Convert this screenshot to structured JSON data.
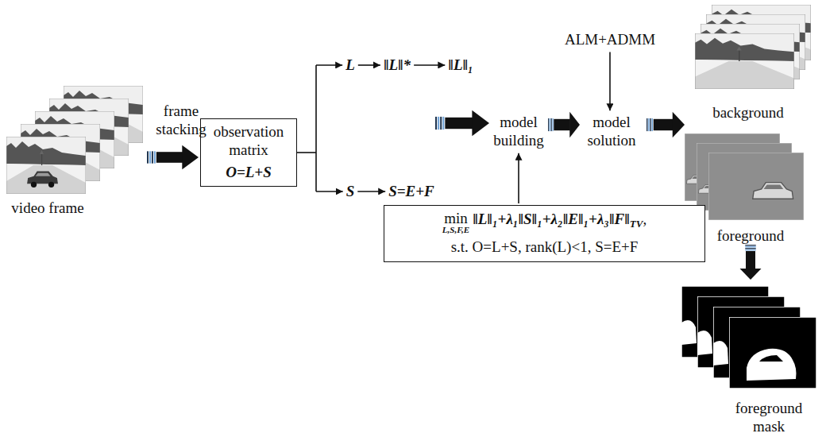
{
  "diagram": {
    "nodes": [
      {
        "text": [
          "observation matrix",
          "O=L+S"
        ]
      },
      {
        "text": [
          "min",
          "L,S,F,E",
          "‖L‖₁+λ₁‖S‖₁+λ₂‖E‖₁+λ₃‖F‖",
          "TV",
          ",",
          "s.t. O=L+S, rank(L)<1, S=E+F"
        ]
      }
    ],
    "labels": [
      "video frame",
      "frame stacking",
      "L",
      "‖L‖*",
      "‖L‖₁",
      "S",
      "S=E+F",
      "model building",
      "ALM+ADMM",
      "model solution",
      "background",
      "foreground",
      "foreground mask"
    ]
  }
}
